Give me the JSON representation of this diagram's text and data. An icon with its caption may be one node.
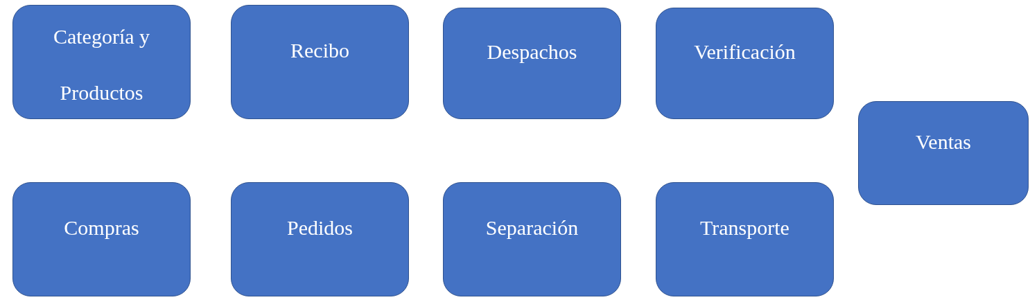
{
  "diagram": {
    "nodes": [
      {
        "text": [
          "Categoría y Productos"
        ]
      },
      {
        "text": [
          "Recibo"
        ]
      },
      {
        "text": [
          "Despachos"
        ]
      },
      {
        "text": [
          "Verificación"
        ]
      },
      {
        "text": [
          "Ventas"
        ]
      },
      {
        "text": [
          "Compras"
        ]
      },
      {
        "text": [
          "Pedidos"
        ]
      },
      {
        "text": [
          "Separación"
        ]
      },
      {
        "text": [
          "Transporte"
        ]
      }
    ]
  }
}
